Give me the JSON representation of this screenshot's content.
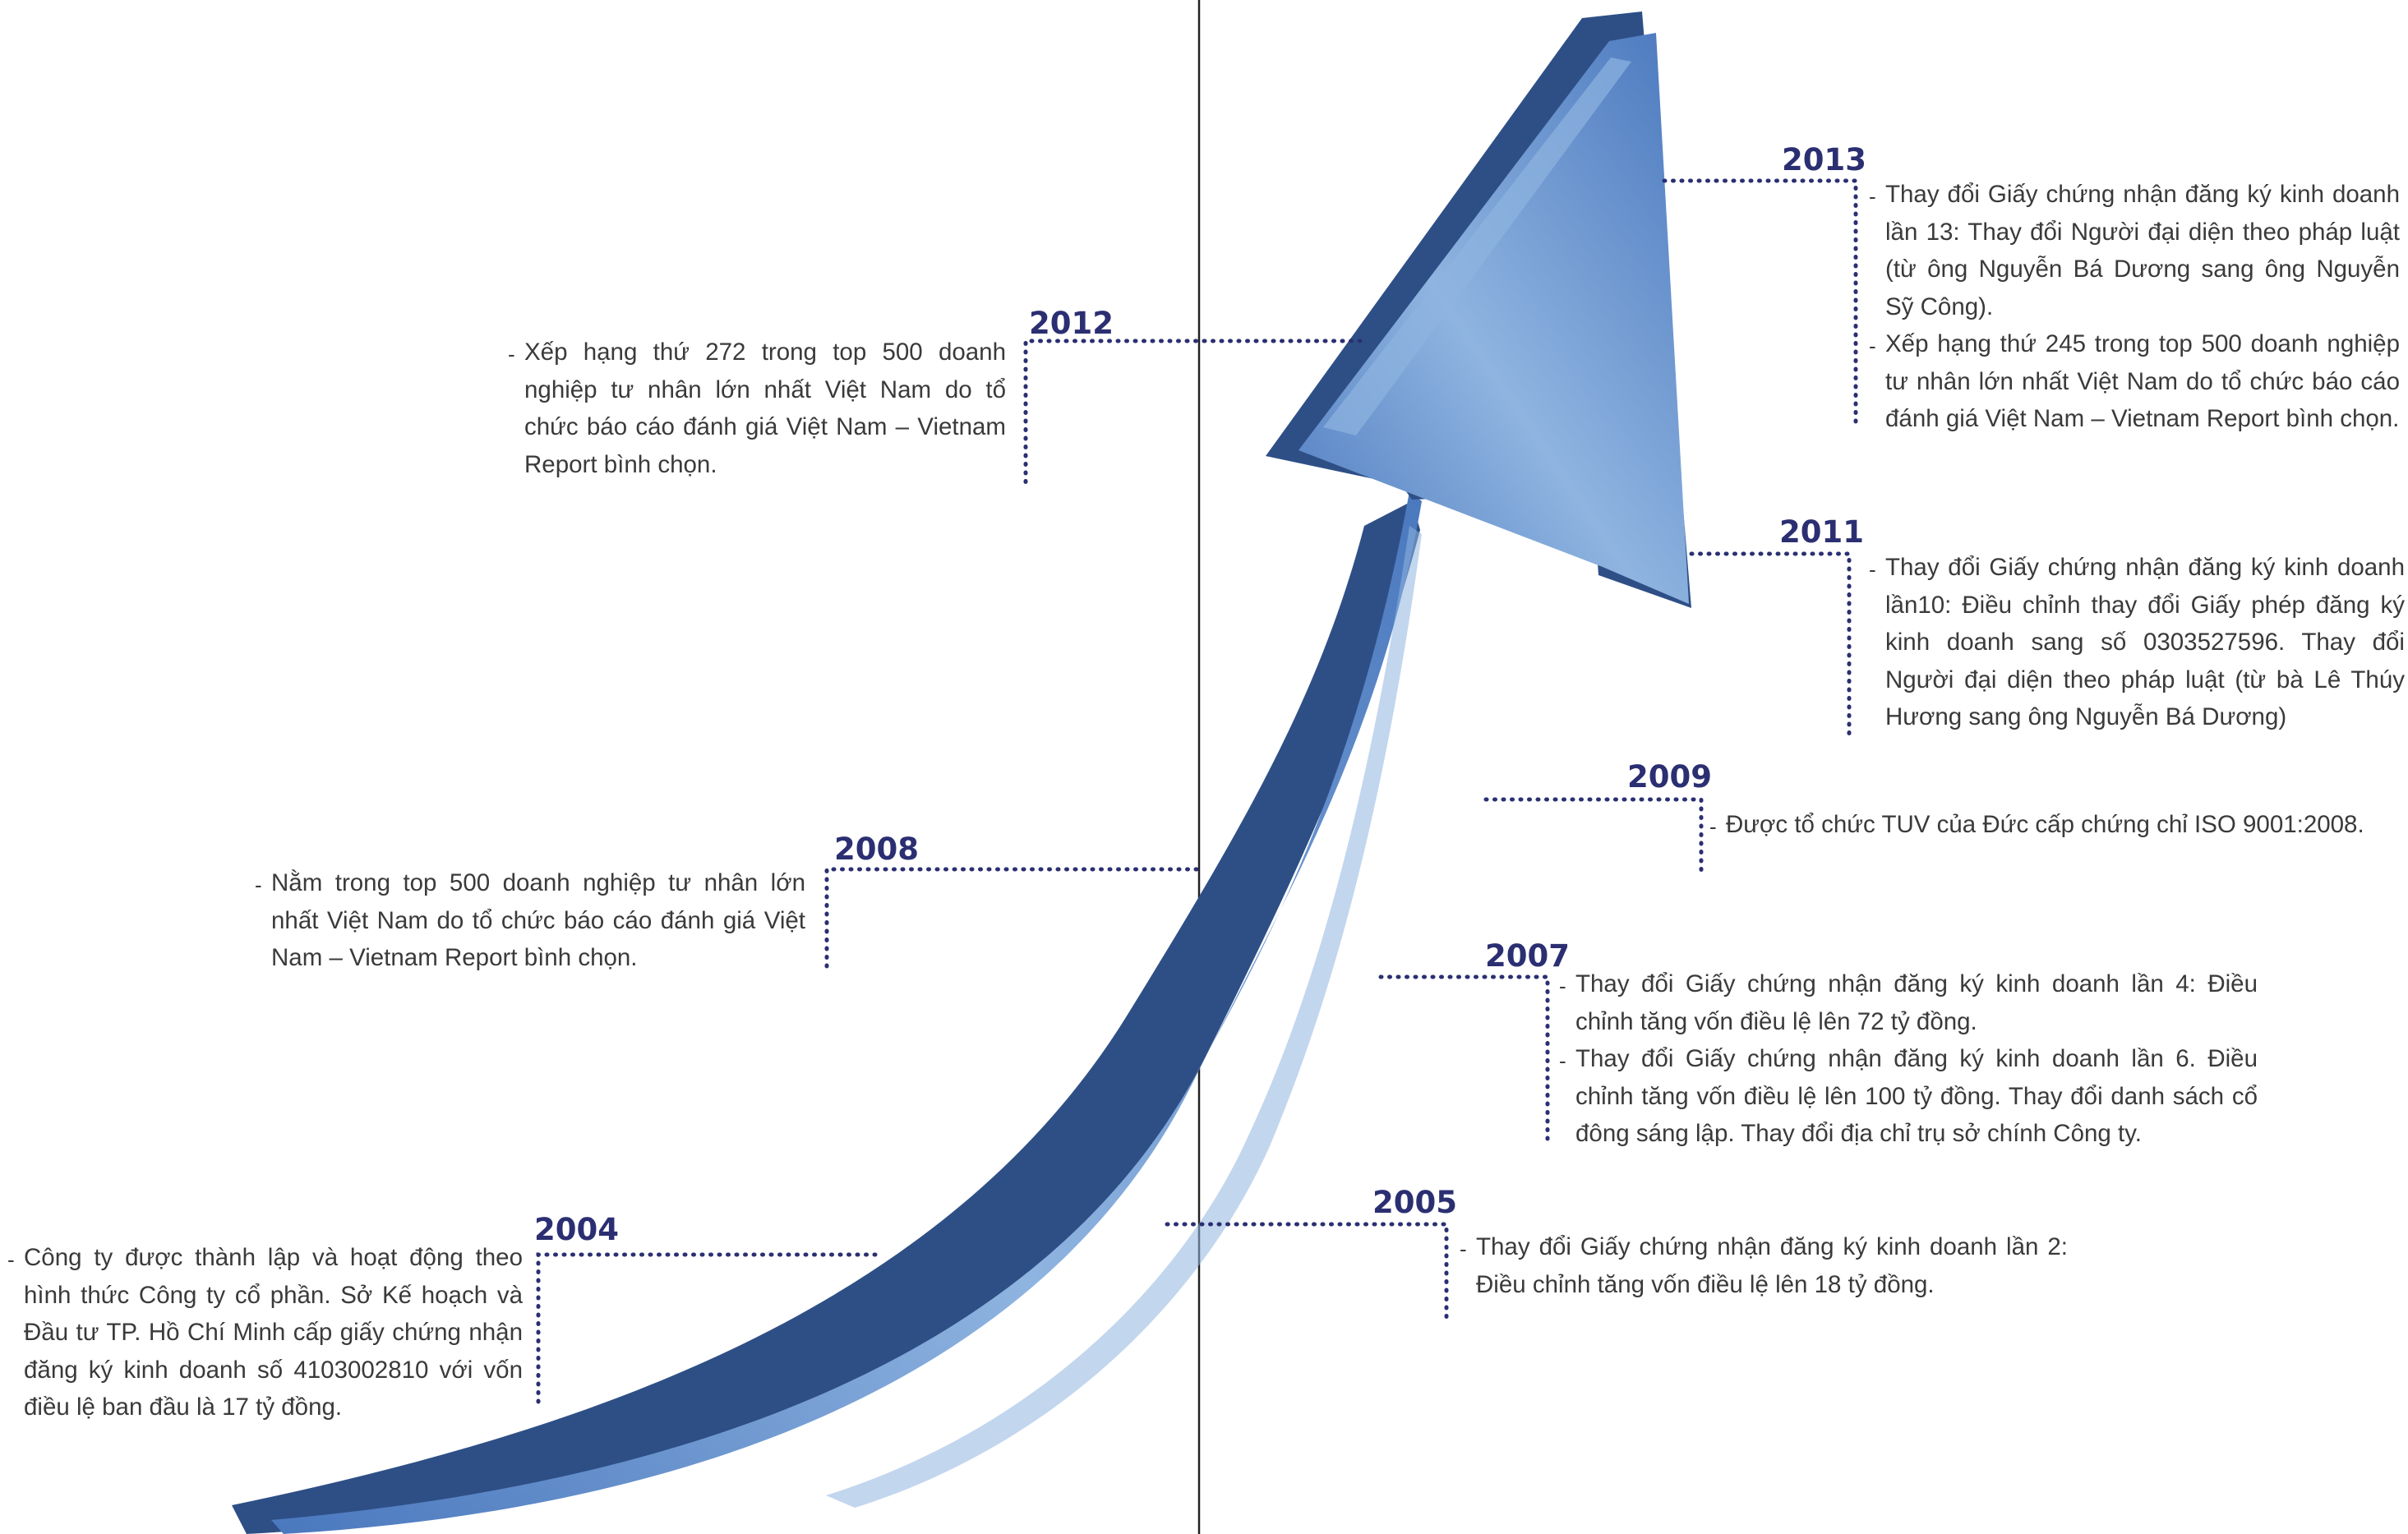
{
  "colors": {
    "arrow_dark": "#2e4f86",
    "arrow_mid": "#4a78be",
    "arrow_light": "#8fb4e0",
    "connector": "#2b2f72",
    "year_text": "#2b2f72",
    "body_text": "#3a3a3a",
    "divider": "#222222"
  },
  "diagram": {
    "type": "timeline-growth-arrow",
    "events": [
      {
        "year": "2004",
        "items": [
          "Công ty được thành lập và hoạt động theo hình thức Công ty cổ phần. Sở Kế hoạch và Đầu tư TP. Hồ Chí Minh cấp giấy chứng nhận đăng ký kinh doanh số 4103002810 với vốn điều lệ ban đầu là 17 tỷ đồng."
        ]
      },
      {
        "year": "2005",
        "items": [
          "Thay đổi Giấy chứng nhận đăng ký kinh doanh lần 2: Điều chỉnh tăng vốn điều lệ lên 18 tỷ đồng."
        ]
      },
      {
        "year": "2007",
        "items": [
          "Thay đổi Giấy chứng nhận đăng ký kinh doanh lần 4: Điều chỉnh tăng vốn điều lệ lên 72 tỷ đồng.",
          "Thay đổi Giấy chứng nhận đăng ký kinh doanh lần 6. Điều chỉnh tăng vốn điều lệ lên 100 tỷ đồng. Thay đổi danh sách cổ đông sáng lập. Thay đổi địa chỉ trụ sở chính Công ty."
        ]
      },
      {
        "year": "2008",
        "items": [
          "Nằm trong top 500 doanh nghiệp tư nhân lớn nhất Việt Nam do tổ chức báo cáo đánh giá Việt Nam – Vietnam Report bình chọn."
        ]
      },
      {
        "year": "2009",
        "items": [
          "Được tổ chức TUV của Đức cấp chứng chỉ ISO 9001:2008."
        ]
      },
      {
        "year": "2011",
        "items": [
          "Thay đổi Giấy chứng nhận đăng ký kinh doanh lần10: Điều chỉnh thay đổi Giấy phép đăng ký kinh doanh sang số 0303527596. Thay đổi Người đại diện theo pháp luật (từ bà Lê Thúy Hương sang ông Nguyễn Bá Dương)"
        ]
      },
      {
        "year": "2012",
        "items": [
          "Xếp hạng thứ 272 trong top 500 doanh nghiệp tư nhân lớn nhất Việt Nam do tổ chức báo cáo đánh giá Việt Nam – Vietnam Report bình chọn."
        ]
      },
      {
        "year": "2013",
        "items": [
          "Thay đổi Giấy chứng nhận đăng ký kinh doanh lần 13: Thay đổi Người đại diện theo pháp luật (từ ông Nguyễn Bá Dương sang ông Nguyễn Sỹ Công).",
          "Xếp hạng thứ 245 trong top 500 doanh nghiệp tư nhân lớn nhất Việt Nam do tổ chức báo cáo đánh giá Việt Nam – Vietnam Report bình chọn."
        ]
      }
    ]
  }
}
